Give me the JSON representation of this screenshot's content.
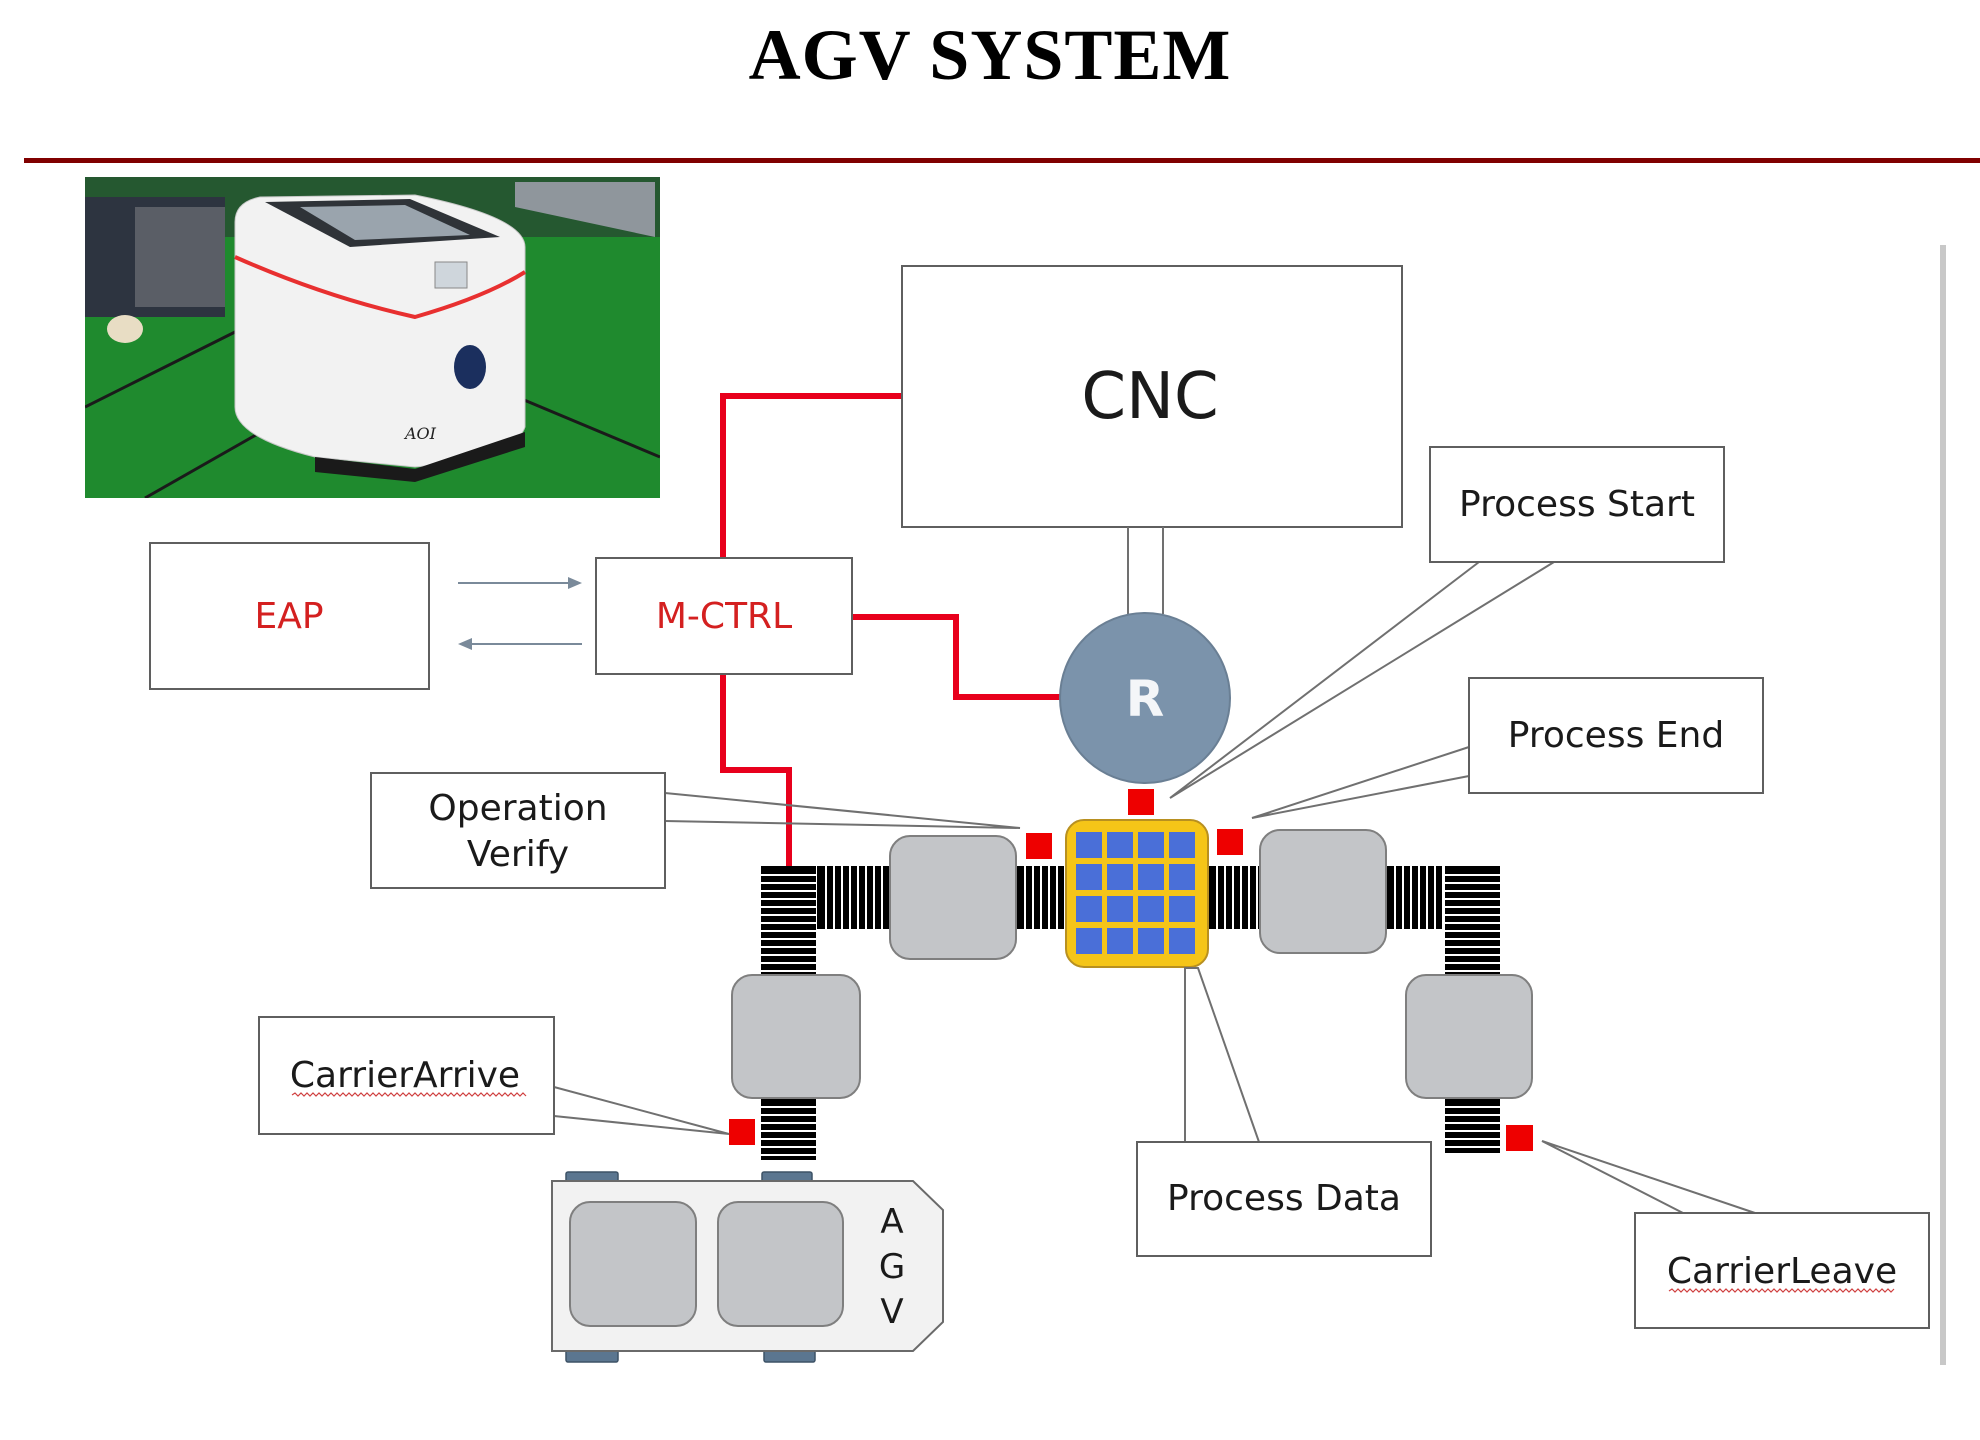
{
  "slide": {
    "title": "AGV SYSTEM",
    "photo_alt": "AGV robot photo"
  },
  "diagram": {
    "nodes": {
      "cnc": "CNC",
      "eap": "EAP",
      "mctrl": "M-CTRL",
      "robot": "R",
      "agv_letters": [
        "A",
        "G",
        "V"
      ]
    },
    "callouts": {
      "process_start": "Process Start",
      "process_end": "Process End",
      "operation_verify_line1": "Operation",
      "operation_verify_line2": "Verify",
      "carrier_arrive": "CarrierArrive",
      "process_data": "Process Data",
      "carrier_leave": "CarrierLeave"
    },
    "colors": {
      "title_rule": "#800000",
      "control_line": "#e8001c",
      "sensor": "#ee0000",
      "robot": "#7b93ab",
      "tray": "#f5c518",
      "tray_cell": "#4a6fd8",
      "station": "#c3c5c8",
      "label_red": "#d42020"
    },
    "tray_grid": {
      "rows": 4,
      "cols": 4
    }
  }
}
